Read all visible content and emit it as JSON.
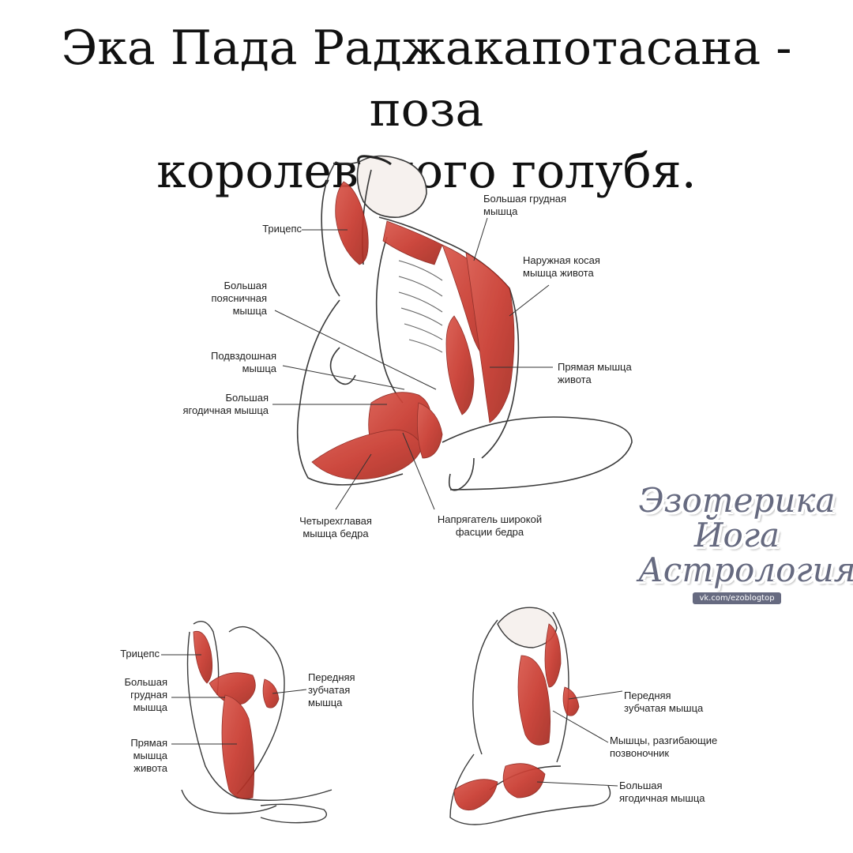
{
  "title": {
    "line1": "Эка Пада Раджакапотасана - поза",
    "line2": "королевского голубя."
  },
  "labels": {
    "main": {
      "triceps": "Трицепс",
      "psoas_major": "Большая\nпоясничная\nмышца",
      "iliacus": "Подвздошная\nмышца",
      "gluteus_maximus": "Большая\nягодичная мышца",
      "quadriceps": "Четырехглавая\nмышца бедра",
      "tensor_fasciae_latae": "Напрягатель широкой\nфасции бедра",
      "pectoralis_major": "Большая грудная\nмышца",
      "external_oblique": "Наружная косая\nмышца живота",
      "rectus_abdominis": "Прямая мышца\nживота"
    },
    "bottom_left": {
      "triceps": "Трицепс",
      "pectoralis_major": "Большая\nгрудная\nмышца",
      "rectus_abdominis": "Прямая\nмышца\nживота",
      "serratus_anterior": "Передняя\nзубчатая\nмышца"
    },
    "bottom_right": {
      "serratus_anterior": "Передняя\nзубчатая мышца",
      "erector_spinae": "Мышцы, разгибающие\nпозвоночник",
      "gluteus_maximus": "Большая\nягодичная мышца"
    }
  },
  "watermark": {
    "line1": "Эзотерика",
    "line2": "Йога",
    "line3": "Астрология",
    "url": "vk.com/ezoblogtop"
  },
  "colors": {
    "muscle": "#c8392e",
    "muscle_light": "#e07a6e",
    "outline": "#3a3a3a",
    "watermark": "#666a80"
  }
}
